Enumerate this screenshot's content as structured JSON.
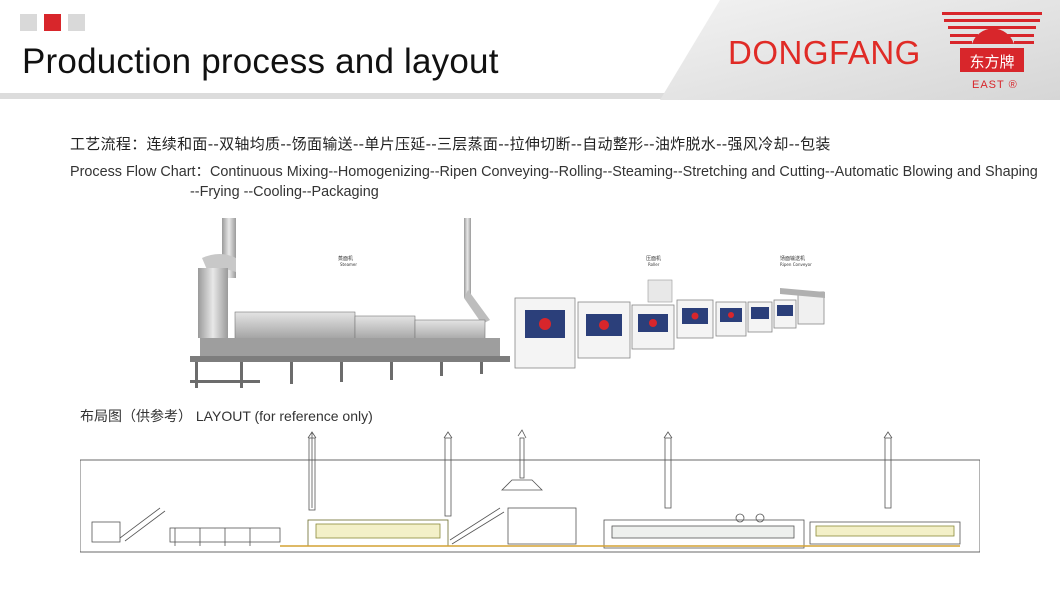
{
  "header": {
    "title": "Production process and layout",
    "brand": "DONGFANG",
    "logo_cn": "东方牌",
    "logo_en": "EAST",
    "registered_mark": "®",
    "colors": {
      "accent": "#d8262b",
      "squares": "#d9d9d9"
    }
  },
  "flow": {
    "cn": "工艺流程：连续和面--双轴均质--饧面输送--单片压延--三层蒸面--拉伸切断--自动整形--油炸脱水--强风冷却--包装",
    "en_line1": "Process Flow Chart：Continuous Mixing--Homogenizing--Ripen Conveying--Rolling--Steaming--Stretching and Cutting--Automatic Blowing and Shaping",
    "en_line2": "--Frying --Cooling--Packaging"
  },
  "photo": {
    "labels": [
      {
        "cn": "蒸面机",
        "en": "Steamer"
      },
      {
        "cn": "压面机",
        "en": "Roller"
      },
      {
        "cn": "饧面输送机",
        "en": "Ripen Conveyor"
      }
    ]
  },
  "layout": {
    "caption_cn": "布局图（供参考）",
    "caption_en": "LAYOUT (for reference only)"
  }
}
